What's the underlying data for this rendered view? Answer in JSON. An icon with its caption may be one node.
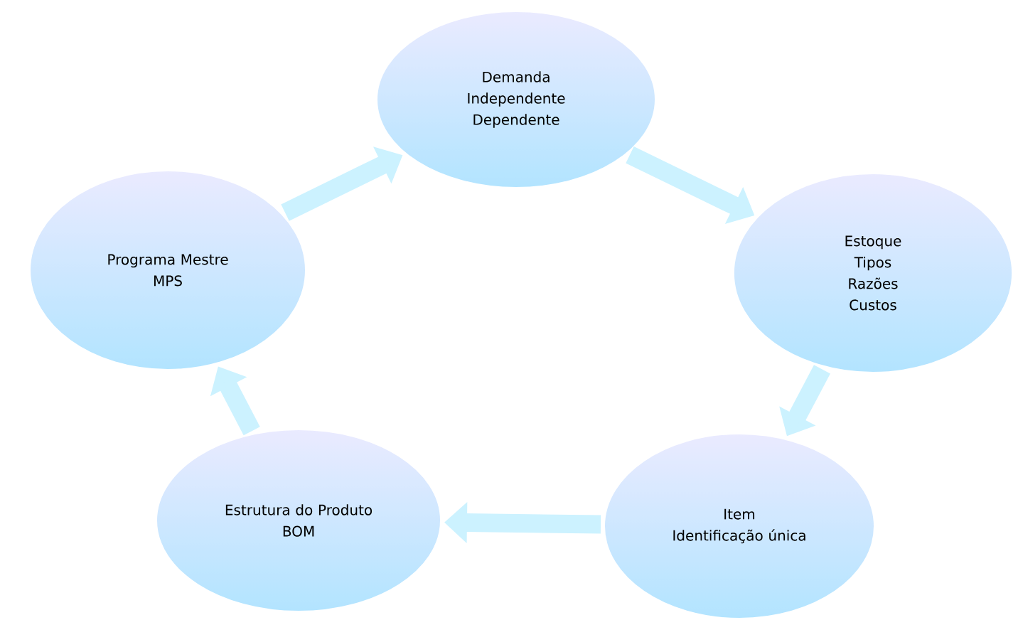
{
  "diagram": {
    "nodes": [
      {
        "text": [
          "Demanda",
          "Independente",
          "Dependente"
        ]
      },
      {
        "text": [
          "Estoque",
          "Tipos",
          "Razões",
          "Custos"
        ]
      },
      {
        "text": [
          "Item",
          "Identificação única"
        ]
      },
      {
        "text": [
          "Estrutura do Produto",
          "BOM"
        ]
      },
      {
        "text": [
          "Programa Mestre",
          "MPS"
        ]
      }
    ],
    "edges": [
      {
        "from": 0,
        "to": 1,
        "arrow": "to"
      },
      {
        "from": 1,
        "to": 2,
        "arrow": "to"
      },
      {
        "from": 2,
        "to": 3,
        "arrow": "to"
      },
      {
        "from": 3,
        "to": 4,
        "arrow": "to"
      },
      {
        "from": 4,
        "to": 0,
        "arrow": "to"
      }
    ]
  }
}
